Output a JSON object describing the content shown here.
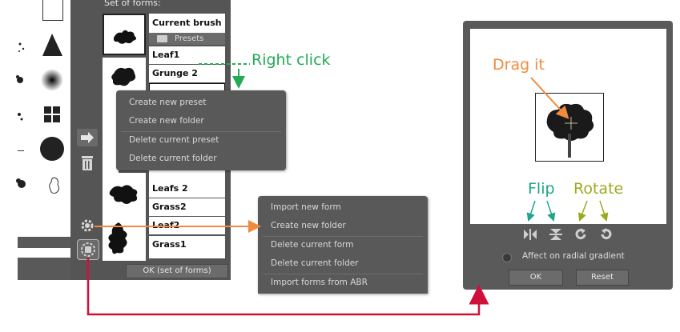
{
  "set_panel": {
    "title": "Set of forms:",
    "current_brush": "Current brush",
    "presets": "Presets",
    "items": [
      "Leaf1",
      "Grunge 2",
      "Leafs 2",
      "Grass2",
      "Leaf2",
      "Grass1"
    ],
    "ok_label": "OK (set of forms)"
  },
  "preset_menu": {
    "items": [
      "Create new preset",
      "Create new folder",
      "Delete current preset",
      "Delete current folder"
    ]
  },
  "forms_menu": {
    "items": [
      "Import new form",
      "Create new folder",
      "Delete current form",
      "Delete current folder",
      "Import forms from ABR"
    ]
  },
  "right_panel": {
    "checkbox_label": "Affect on radial gradient",
    "ok_label": "OK",
    "reset_label": "Reset"
  },
  "annotations": {
    "right_click": "Right click",
    "drag_it": "Drag it",
    "flip": "Flip",
    "rotate": "Rotate"
  },
  "colors": {
    "green": "#22aa55",
    "orange": "#f08a3c",
    "teal": "#1ea58c",
    "olive": "#9aaa20",
    "red": "#d0103a"
  }
}
